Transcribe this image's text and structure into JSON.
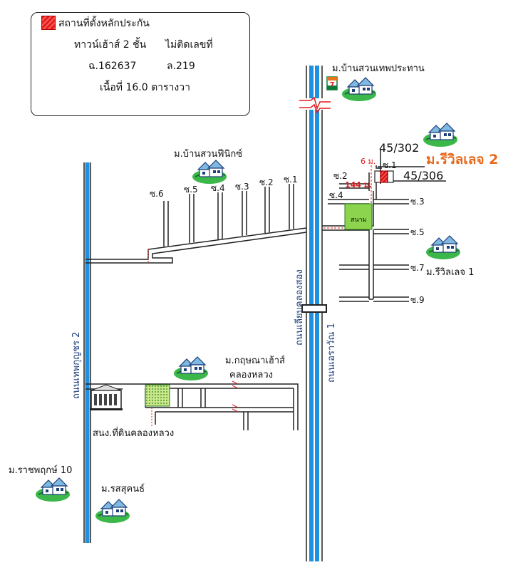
{
  "legend": {
    "title": "สถานที่ตั้งหลักประกัน",
    "type": "ทาวน์เฮ้าส์ 2 ชั้น",
    "house_no": "ไม่ติดเลขที่",
    "deed": "ฉ.162637",
    "land_no": "ล.219",
    "area": "เนื้อที่ 16.0 ตารางวา",
    "swatch_color": "#e21b1b"
  },
  "roads": {
    "thep_kunchon": "ถนนเทพกุญชร 2",
    "liap_khlong_song": "ถนนเลียบคลองสอง",
    "erawan": "ถนนเอราวัณ 1"
  },
  "places": {
    "ban_suan_thep_prathan": "ม.บ้านสวนเทพประทาน",
    "ban_suan_phoenix": "ม.บ้านสวนฟีนิกซ์",
    "krissana_house": "ม.กฤษณาเฮ้าส์",
    "khlong_luang": "คลองหลวง",
    "land_office": "สนง.ที่ดินคลองหลวง",
    "ratchaphruek": "ม.ราชพฤกษ์ 10",
    "rot_sukhon": "ม.รสสุคนธ์",
    "reville_2": "ม.รีวิลเลจ 2",
    "reville_1": "ม.รีวิลเลจ 1",
    "field": "สนาม"
  },
  "house_numbers": {
    "a": "45/302",
    "b": "45/306"
  },
  "distances": {
    "width": "6 ม.",
    "length": "144 ม."
  },
  "sois_west": [
    "ซ.6",
    "ซ.5",
    "ซ.4",
    "ซ.3",
    "ซ.2",
    "ซ.1"
  ],
  "sois_east": {
    "s1": "ซ.1",
    "s2": "ซ.2",
    "s3": "ซ.3",
    "s4": "ซ.4",
    "s5": "ซ.5",
    "s7": "ซ.7",
    "s9": "ซ.9"
  },
  "icons": {
    "store": "7-eleven-icon",
    "village": "village-house-icon",
    "building": "government-building-icon"
  },
  "colors": {
    "canal": "#1f8fe0",
    "field": "#8cd44e",
    "marker": "#e21b1b",
    "reville_label": "#e86a1f",
    "road_name": "#1d3f7a"
  }
}
